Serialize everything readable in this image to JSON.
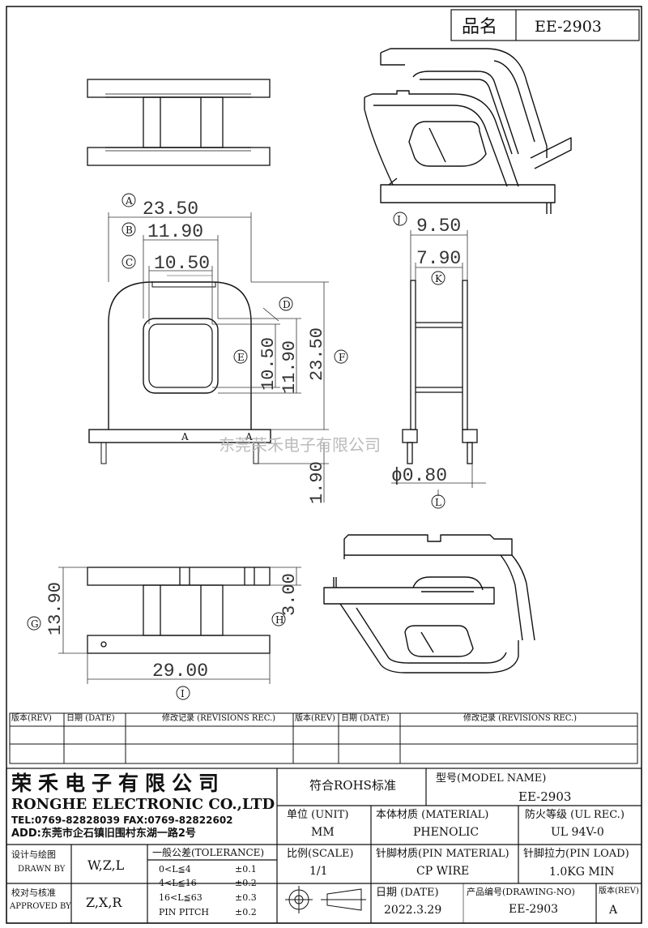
{
  "header": {
    "part_label": "品名",
    "part_value": "EE-2903"
  },
  "dimensions": {
    "A": {
      "letter": "A",
      "value": "23.50"
    },
    "B": {
      "letter": "B",
      "value": "11.90"
    },
    "C": {
      "letter": "C",
      "value": "10.50"
    },
    "D": {
      "letter": "D"
    },
    "E": {
      "letter": "E",
      "value_inner": "10.50",
      "value_outer": "11.90"
    },
    "F": {
      "letter": "F",
      "value": "23.50"
    },
    "pin_len": {
      "value": "1.90"
    },
    "J": {
      "letter": "J",
      "value": "9.50"
    },
    "K": {
      "letter": "K",
      "value": "7.90"
    },
    "L": {
      "letter": "L",
      "value": "ϕ0.80"
    },
    "G": {
      "letter": "G",
      "value": "13.90"
    },
    "H": {
      "letter": "H",
      "value": "3.00"
    },
    "I": {
      "letter": "I",
      "value": "29.00"
    },
    "base_mark": "A"
  },
  "watermark": "东莞荣禾电子有限公司",
  "revision_table": {
    "headers": [
      "版本(REV)",
      "日期 (DATE)",
      "修改记录 (REVISIONS REC.)",
      "版本(REV)",
      "日期 (DATE)",
      "修改记录 (REVISIONS REC.)"
    ]
  },
  "company": {
    "name_cn": "荣禾电子有限公司",
    "name_en": "RONGHE ELECTRONIC CO.,LTD",
    "tel_fax": "TEL:0769-82828039    FAX:0769-82822602",
    "address": "ADD:东莞市企石镇旧围村东湖一路2号"
  },
  "title_block": {
    "rohs": "符合ROHS标准",
    "model_label": "型号(MODEL NAME)",
    "model_value": "EE-2903",
    "unit_label": "单位 (UNIT)",
    "unit_value": "MM",
    "material_label": "本体材质 (MATERIAL)",
    "material_value": "PHENOLIC",
    "ul_label": "防火等级 (UL REC.)",
    "ul_value": "UL 94V-0",
    "designer_label_1": "设计与绘图",
    "designer_label_2": "DRAWN BY",
    "designer_value": "W,Z,L",
    "approver_label_1": "校对与核准",
    "approver_label_2": "APPROVED BY",
    "approver_value": "Z,X,R",
    "tolerance_label": "一般公差(TOLERANCE)",
    "tolerance_rows": [
      {
        "range": "0<L≦4",
        "tol": "±0.1"
      },
      {
        "range": "4<L≦16",
        "tol": "±0.2"
      },
      {
        "range": "16<L≦63",
        "tol": "±0.3"
      },
      {
        "range": "PIN PITCH",
        "tol": "±0.2"
      }
    ],
    "scale_label": "比例(SCALE)",
    "scale_value": "1/1",
    "pin_material_label": "针脚材质(PIN MATERIAL)",
    "pin_material_value": "CP WIRE",
    "pin_load_label": "针脚拉力(PIN LOAD)",
    "pin_load_value": "1.0KG MIN",
    "date_label": "日期 (DATE)",
    "date_value": "2022.3.29",
    "drawing_no_label": "产品编号(DRAWING-NO)",
    "drawing_no_value": "EE-2903",
    "rev_label": "版本(REV)",
    "rev_value": "A"
  }
}
